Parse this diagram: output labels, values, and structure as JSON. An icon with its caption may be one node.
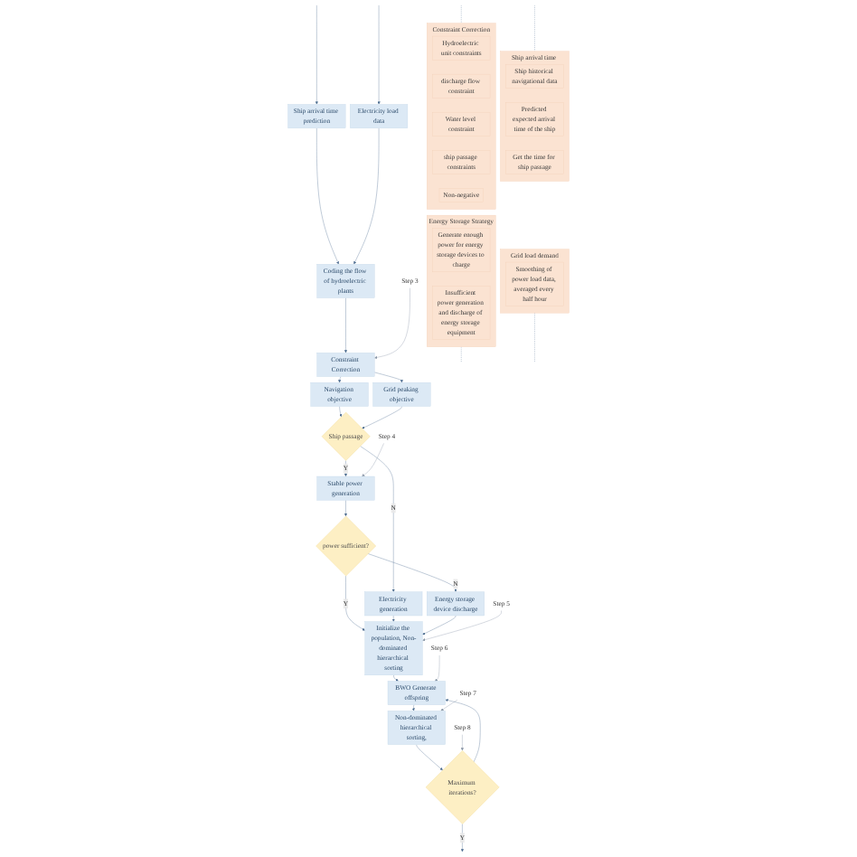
{
  "diagram": {
    "nodes": [
      {
        "text": [
          "Ship arrival time prediction"
        ]
      },
      {
        "text": [
          "Electricity load data"
        ]
      },
      {
        "text": [
          "Coding the flow of hydroelectric plants"
        ]
      },
      {
        "text": [
          "Constraint Correction"
        ]
      },
      {
        "text": [
          "Navigation objective"
        ]
      },
      {
        "text": [
          "Grid peaking objective"
        ]
      },
      {
        "text": [
          "Ship passage"
        ]
      },
      {
        "text": [
          "Stable power generation"
        ]
      },
      {
        "text": [
          "Electricity generation"
        ]
      },
      {
        "text": [
          "power sufficient?"
        ]
      },
      {
        "text": [
          "Energy storage device discharge"
        ]
      },
      {
        "text": [
          "Initialize the population, Non-dominated hierarchical sorting"
        ]
      },
      {
        "text": [
          "BWO Generate offspring"
        ]
      },
      {
        "text": [
          "Non-dominated hierarchical sorting,"
        ]
      },
      {
        "text": [
          "Maximum iterations?"
        ]
      },
      {
        "text": [
          "Constraint Correction"
        ]
      },
      {
        "text": [
          "Hydroelectric unit constraints"
        ],
        "in": 15
      },
      {
        "text": [
          "discharge flow constraint"
        ],
        "in": 15
      },
      {
        "text": [
          "Water level constraint"
        ],
        "in": 15
      },
      {
        "text": [
          "ship passage constraints"
        ],
        "in": 15
      },
      {
        "text": [
          "Non-negative"
        ],
        "in": 15
      },
      {
        "text": [
          "Energy Storage Strategy"
        ]
      },
      {
        "text": [
          "Generate enough power for energy storage devices to charge"
        ],
        "in": 21
      },
      {
        "text": [
          "Insufficient power generation and discharge of energy storage equipment"
        ],
        "in": 21
      },
      {
        "text": [
          "Ship arrival time prediction"
        ]
      },
      {
        "text": [
          "Ship historical navigational data"
        ],
        "in": 24
      },
      {
        "text": [
          "Predicted expected arrival time of the ship"
        ],
        "in": 24
      },
      {
        "text": [
          "Get the time for ship passage"
        ],
        "in": 24
      },
      {
        "text": [
          "Grid load demand"
        ]
      },
      {
        "text": [
          "Smoothing of power load data, averaged every half hour"
        ],
        "in": 28
      },
      {
        "text": [
          "Step 3"
        ]
      },
      {
        "text": [
          "Step 4"
        ]
      },
      {
        "text": [
          "Step 5"
        ]
      },
      {
        "text": [
          "Step 6"
        ]
      },
      {
        "text": [
          "Step 7"
        ]
      },
      {
        "text": [
          "Step 8"
        ]
      }
    ],
    "edges": [
      {
        "from": null,
        "to": 0,
        "arrow": "to"
      },
      {
        "from": null,
        "to": 1,
        "arrow": "to"
      },
      {
        "from": 0,
        "to": 2,
        "arrow": "to"
      },
      {
        "from": 1,
        "to": 2,
        "arrow": "to"
      },
      {
        "from": 2,
        "to": 3,
        "arrow": "to"
      },
      {
        "from": 3,
        "to": 4,
        "arrow": "to"
      },
      {
        "from": 3,
        "to": 5,
        "arrow": "to"
      },
      {
        "from": 4,
        "to": 6,
        "arrow": "to"
      },
      {
        "from": 5,
        "to": 6,
        "arrow": "to"
      },
      {
        "from": 6,
        "to": 8,
        "arrow": "to",
        "label": "N"
      },
      {
        "from": 6,
        "to": 7,
        "arrow": "to",
        "label": "Y"
      },
      {
        "from": 7,
        "to": 9,
        "arrow": "to"
      },
      {
        "from": 9,
        "to": 10,
        "arrow": "to",
        "label": "N"
      },
      {
        "from": 9,
        "to": 11,
        "arrow": "to",
        "label": "Y"
      },
      {
        "from": 8,
        "to": 11,
        "arrow": "to"
      },
      {
        "from": 10,
        "to": 11,
        "arrow": "to"
      },
      {
        "from": 11,
        "to": 12,
        "arrow": "to"
      },
      {
        "from": 12,
        "to": 13,
        "arrow": "to"
      },
      {
        "from": 13,
        "to": 14,
        "arrow": "to"
      },
      {
        "from": 14,
        "to": 12,
        "arrow": "to"
      },
      {
        "from": 14,
        "to": null,
        "arrow": "to",
        "label": "Y"
      },
      {
        "from": null,
        "to": 15,
        "arrow": "none",
        "style": "dashed"
      },
      {
        "from": 21,
        "to": null,
        "arrow": "none",
        "style": "dashed"
      },
      {
        "from": null,
        "to": 24,
        "arrow": "none",
        "style": "dashed"
      },
      {
        "from": 28,
        "to": null,
        "arrow": "none",
        "style": "dashed"
      },
      {
        "from": 30,
        "to": 3,
        "arrow": "to",
        "color": "#8a97a8"
      },
      {
        "from": 31,
        "to": 7,
        "arrow": "to",
        "color": "#8a97a8"
      },
      {
        "from": 32,
        "to": 11,
        "arrow": "to",
        "color": "#8a97a8"
      },
      {
        "from": 33,
        "to": 12,
        "arrow": "to",
        "color": "#8a97a8"
      },
      {
        "from": 34,
        "to": 13,
        "arrow": "to",
        "color": "#8a97a8"
      },
      {
        "from": 35,
        "to": 14,
        "arrow": "to",
        "color": "#8a97a8"
      }
    ]
  }
}
